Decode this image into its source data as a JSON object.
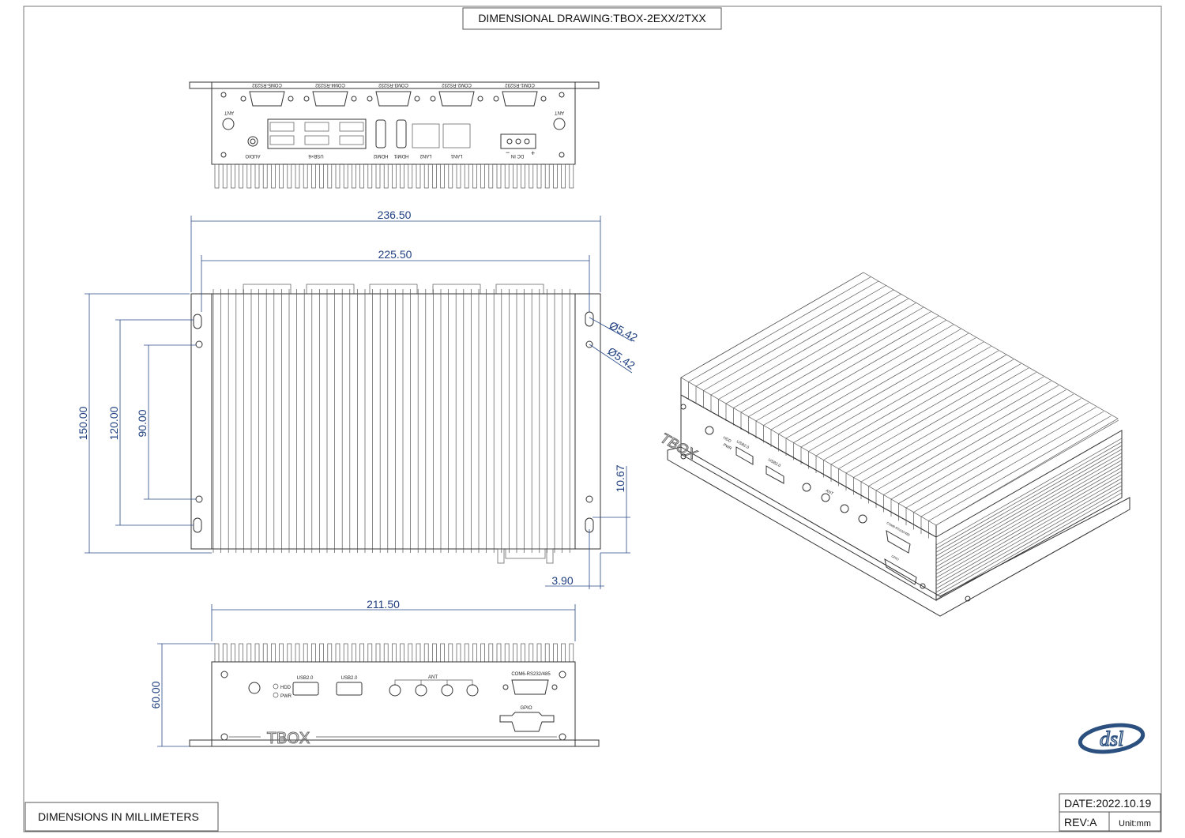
{
  "title": "DIMENSIONAL DRAWING:TBOX-2EXX/2TXX",
  "note": "DIMENSIONS IN MILLIMETERS",
  "title_block": {
    "date": "DATE:2022.10.19",
    "rev": "REV:A",
    "unit": "Unit:mm"
  },
  "logo_text": "dsl",
  "logo_color": "#2b4f7e",
  "dimension_color": "#1f3f80",
  "rear_view": {
    "com_ports": [
      "COM5-RS232",
      "COM4-RS232",
      "COM3-RS232",
      "COM2-RS232",
      "COM1-RS232"
    ],
    "ant_left": "ANT",
    "ant_right": "ANT",
    "audio": "AUDIO",
    "usb": "USB×6",
    "hdmi2": "HDMI2",
    "hdmi1": "HDMI1",
    "lan2": "LAN2",
    "lan1": "LAN1",
    "dc_in": "DC IN",
    "minus": "−",
    "plus": "+"
  },
  "plan_view": {
    "width_overall": "236.50",
    "width_holes": "225.50",
    "depth_overall": "150.00",
    "depth_holes_outer": "120.00",
    "depth_holes_inner": "90.00",
    "hole_dia_1": "Ø5.42",
    "hole_dia_2": "Ø5.42",
    "slot_offset": "10.67",
    "slot_edge": "3.90"
  },
  "front_view": {
    "width": "211.50",
    "height": "60.00",
    "hdd": "HDD",
    "pwr": "PWR",
    "usb1": "USB2.0",
    "usb2": "USB2.0",
    "ant": "ANT",
    "com6": "COM6-RS232/485",
    "gpio": "GPIO",
    "brand": "TBOX"
  },
  "iso_view": {
    "brand": "TBOX",
    "hdd": "HDD",
    "pwr": "PWR",
    "usb1": "USB2.0",
    "usb2": "USB2.0",
    "ant": "ANT",
    "com6": "COM6-RS232/485",
    "gpio": "GPIO"
  }
}
